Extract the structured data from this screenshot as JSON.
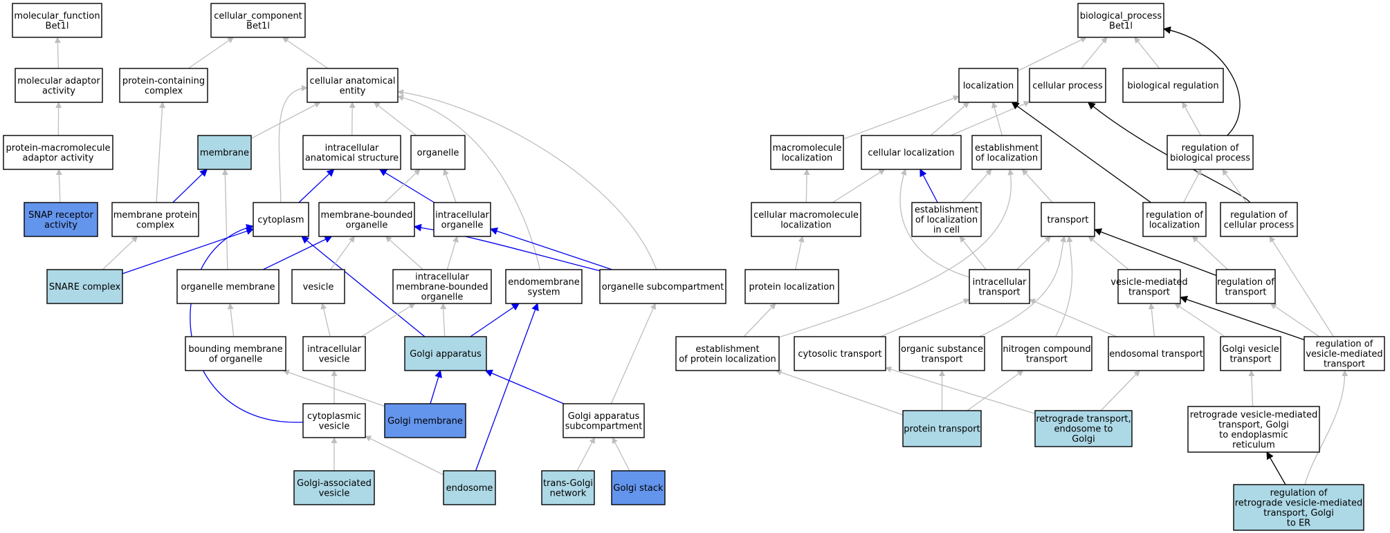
{
  "colors": {
    "plain": "#ffffff",
    "light": "#add8e6",
    "dark": "#6495ed",
    "edge_grey": "#bebebe",
    "edge_blue": "#0000ee",
    "edge_black": "#000000"
  },
  "nodes": [
    {
      "id": "mf",
      "lines": [
        "molecular_function",
        "Bet1l"
      ],
      "fill": "plain"
    },
    {
      "id": "cc",
      "lines": [
        "cellular_component",
        "Bet1l"
      ],
      "fill": "plain"
    },
    {
      "id": "bp",
      "lines": [
        "biological_process",
        "Bet1l"
      ],
      "fill": "plain"
    },
    {
      "id": "mol_adaptor",
      "lines": [
        "molecular adaptor",
        "activity"
      ],
      "fill": "plain"
    },
    {
      "id": "prot_complex",
      "lines": [
        "protein-containing",
        "complex"
      ],
      "fill": "plain"
    },
    {
      "id": "cell_anat",
      "lines": [
        "cellular anatomical",
        "entity"
      ],
      "fill": "plain"
    },
    {
      "id": "pm_adaptor",
      "lines": [
        "protein-macromolecule",
        "adaptor activity"
      ],
      "fill": "plain"
    },
    {
      "id": "membrane",
      "lines": [
        "membrane"
      ],
      "fill": "light"
    },
    {
      "id": "intra_anat",
      "lines": [
        "intracellular",
        "anatomical structure"
      ],
      "fill": "plain"
    },
    {
      "id": "organelle",
      "lines": [
        "organelle"
      ],
      "fill": "plain"
    },
    {
      "id": "snap",
      "lines": [
        "SNAP receptor",
        "activity"
      ],
      "fill": "dark"
    },
    {
      "id": "mem_prot_complex",
      "lines": [
        "membrane protein",
        "complex"
      ],
      "fill": "plain"
    },
    {
      "id": "cytoplasm",
      "lines": [
        "cytoplasm"
      ],
      "fill": "plain"
    },
    {
      "id": "mb_organelle",
      "lines": [
        "membrane-bounded",
        "organelle"
      ],
      "fill": "plain"
    },
    {
      "id": "intra_organelle",
      "lines": [
        "intracellular",
        "organelle"
      ],
      "fill": "plain"
    },
    {
      "id": "snare",
      "lines": [
        "SNARE complex"
      ],
      "fill": "light"
    },
    {
      "id": "org_membrane",
      "lines": [
        "organelle membrane"
      ],
      "fill": "plain"
    },
    {
      "id": "vesicle",
      "lines": [
        "vesicle"
      ],
      "fill": "plain"
    },
    {
      "id": "intra_mb_org",
      "lines": [
        "intracellular",
        "membrane-bounded",
        "organelle"
      ],
      "fill": "plain"
    },
    {
      "id": "endomem",
      "lines": [
        "endomembrane",
        "system"
      ],
      "fill": "plain"
    },
    {
      "id": "org_subcomp",
      "lines": [
        "organelle subcompartment"
      ],
      "fill": "plain"
    },
    {
      "id": "bound_mem",
      "lines": [
        "bounding membrane",
        "of organelle"
      ],
      "fill": "plain"
    },
    {
      "id": "intra_vesicle",
      "lines": [
        "intracellular",
        "vesicle"
      ],
      "fill": "plain"
    },
    {
      "id": "golgi",
      "lines": [
        "Golgi apparatus"
      ],
      "fill": "light"
    },
    {
      "id": "cyto_vesicle",
      "lines": [
        "cytoplasmic",
        "vesicle"
      ],
      "fill": "plain"
    },
    {
      "id": "golgi_mem",
      "lines": [
        "Golgi membrane"
      ],
      "fill": "dark"
    },
    {
      "id": "golgi_subcomp",
      "lines": [
        "Golgi apparatus",
        "subcompartment"
      ],
      "fill": "plain"
    },
    {
      "id": "golgi_assoc_ves",
      "lines": [
        "Golgi-associated",
        "vesicle"
      ],
      "fill": "light"
    },
    {
      "id": "endosome",
      "lines": [
        "endosome"
      ],
      "fill": "light"
    },
    {
      "id": "trans_golgi",
      "lines": [
        "trans-Golgi",
        "network"
      ],
      "fill": "light"
    },
    {
      "id": "golgi_stack",
      "lines": [
        "Golgi stack"
      ],
      "fill": "dark"
    },
    {
      "id": "localization",
      "lines": [
        "localization"
      ],
      "fill": "plain"
    },
    {
      "id": "cell_process",
      "lines": [
        "cellular process"
      ],
      "fill": "plain"
    },
    {
      "id": "bio_reg",
      "lines": [
        "biological regulation"
      ],
      "fill": "plain"
    },
    {
      "id": "macro_loc",
      "lines": [
        "macromolecule",
        "localization"
      ],
      "fill": "plain"
    },
    {
      "id": "cell_loc",
      "lines": [
        "cellular localization"
      ],
      "fill": "plain"
    },
    {
      "id": "estab_loc",
      "lines": [
        "establishment",
        "of localization"
      ],
      "fill": "plain"
    },
    {
      "id": "reg_bio",
      "lines": [
        "regulation of",
        "biological process"
      ],
      "fill": "plain"
    },
    {
      "id": "cell_macro_loc",
      "lines": [
        "cellular macromolecule",
        "localization"
      ],
      "fill": "plain"
    },
    {
      "id": "estab_loc_cell",
      "lines": [
        "establishment",
        "of localization",
        "in cell"
      ],
      "fill": "plain"
    },
    {
      "id": "transport",
      "lines": [
        "transport"
      ],
      "fill": "plain"
    },
    {
      "id": "reg_loc",
      "lines": [
        "regulation of",
        "localization"
      ],
      "fill": "plain"
    },
    {
      "id": "reg_cell_proc",
      "lines": [
        "regulation of",
        "cellular process"
      ],
      "fill": "plain"
    },
    {
      "id": "prot_loc",
      "lines": [
        "protein localization"
      ],
      "fill": "plain"
    },
    {
      "id": "intra_transport",
      "lines": [
        "intracellular",
        "transport"
      ],
      "fill": "plain"
    },
    {
      "id": "ves_transport",
      "lines": [
        "vesicle-mediated",
        "transport"
      ],
      "fill": "plain"
    },
    {
      "id": "reg_transport",
      "lines": [
        "regulation of",
        "transport"
      ],
      "fill": "plain"
    },
    {
      "id": "estab_prot_loc",
      "lines": [
        "establishment",
        "of protein localization"
      ],
      "fill": "plain"
    },
    {
      "id": "cytosolic_transport",
      "lines": [
        "cytosolic transport"
      ],
      "fill": "plain"
    },
    {
      "id": "org_sub_transport",
      "lines": [
        "organic substance",
        "transport"
      ],
      "fill": "plain"
    },
    {
      "id": "nitrogen_transport",
      "lines": [
        "nitrogen compound",
        "transport"
      ],
      "fill": "plain"
    },
    {
      "id": "endosomal_transport",
      "lines": [
        "endosomal transport"
      ],
      "fill": "plain"
    },
    {
      "id": "golgi_ves_transport",
      "lines": [
        "Golgi vesicle",
        "transport"
      ],
      "fill": "plain"
    },
    {
      "id": "reg_ves_transport",
      "lines": [
        "regulation of",
        "vesicle-mediated",
        "transport"
      ],
      "fill": "plain"
    },
    {
      "id": "prot_transport",
      "lines": [
        "protein transport"
      ],
      "fill": "light"
    },
    {
      "id": "retro_endo_golgi",
      "lines": [
        "retrograde transport,",
        "endosome to",
        "Golgi"
      ],
      "fill": "light"
    },
    {
      "id": "retro_golgi_er",
      "lines": [
        "retrograde vesicle-mediated",
        "transport, Golgi",
        "to endoplasmic",
        "reticulum"
      ],
      "fill": "plain"
    },
    {
      "id": "reg_retro",
      "lines": [
        "regulation of",
        "retrograde vesicle-mediated",
        "transport, Golgi",
        "to ER"
      ],
      "fill": "light"
    }
  ]
}
